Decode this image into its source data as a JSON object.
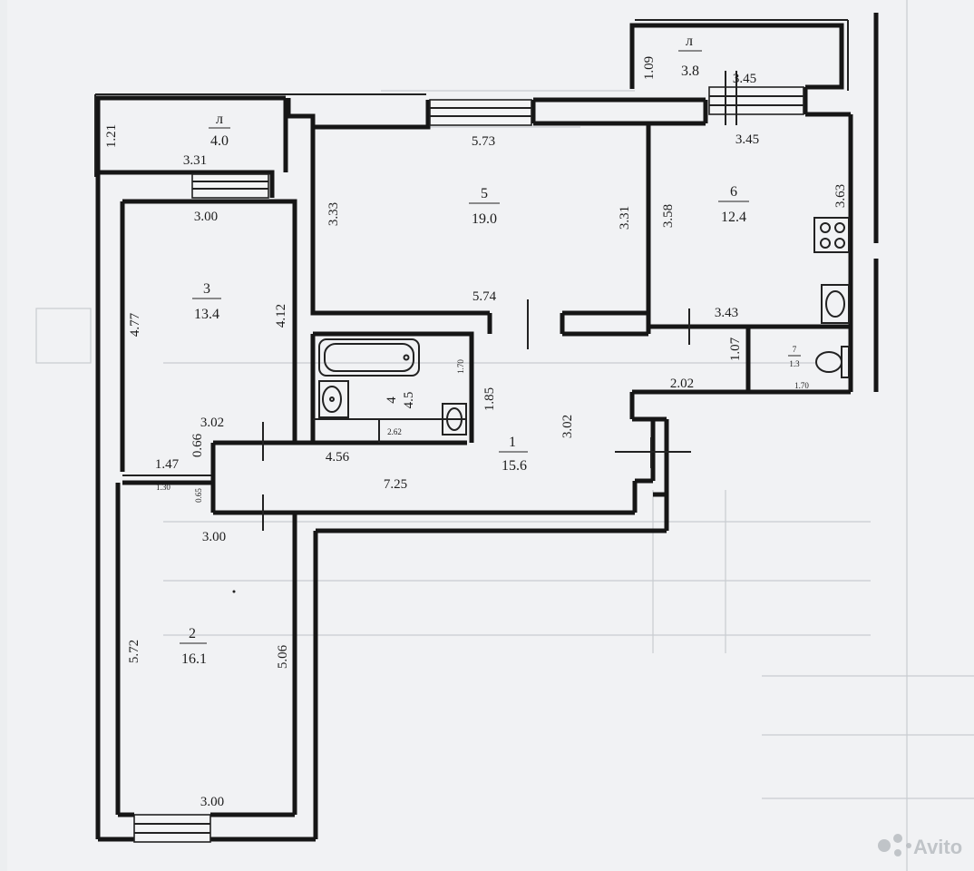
{
  "plan": {
    "rooms": [
      {
        "id": "balcony-1",
        "label": "л",
        "area": "4.0"
      },
      {
        "id": "balcony-2",
        "label": "л",
        "area": "3.8"
      },
      {
        "id": "room-1",
        "label": "1",
        "area": "15.6"
      },
      {
        "id": "room-2",
        "label": "2",
        "area": "16.1"
      },
      {
        "id": "room-3",
        "label": "3",
        "area": "13.4"
      },
      {
        "id": "room-4",
        "label": "4",
        "area": "4.5"
      },
      {
        "id": "room-5",
        "label": "5",
        "area": "19.0"
      },
      {
        "id": "room-6",
        "label": "6",
        "area": "12.4"
      },
      {
        "id": "room-7",
        "label": "7",
        "area": "1.3"
      }
    ],
    "dimensions": {
      "b1_width": "3.31",
      "b1_depth": "1.21",
      "b2_depth": "1.09",
      "b2_width": "3.45",
      "r5_top": "5.73",
      "r5_bottom": "5.74",
      "r5_left": "3.33",
      "r5_right": "3.31",
      "r6_top": "3.45",
      "r6_left": "3.58",
      "r6_right": "3.63",
      "r6_bottom": "3.43",
      "r3_top": "3.00",
      "r3_left": "4.77",
      "r3_right": "4.12",
      "r3_bottom": "3.02",
      "hall_left": "0.66",
      "hall_short": "1.47",
      "hall_tiny_a": "1.30",
      "hall_tiny_b": "0.65",
      "hall_len1": "4.56",
      "hall_len2": "7.25",
      "hall_height": "3.02",
      "hall_right": "2.02",
      "bath_h": "1.85",
      "bath_tiny": "2.62",
      "bath_side": "1.70",
      "wc_side": "1.07",
      "wc_bottom": "1.70",
      "r2_top": "3.00",
      "r2_left": "5.72",
      "r2_right": "5.06",
      "r2_bottom": "3.00"
    }
  },
  "watermark": {
    "brand": "Avito"
  }
}
